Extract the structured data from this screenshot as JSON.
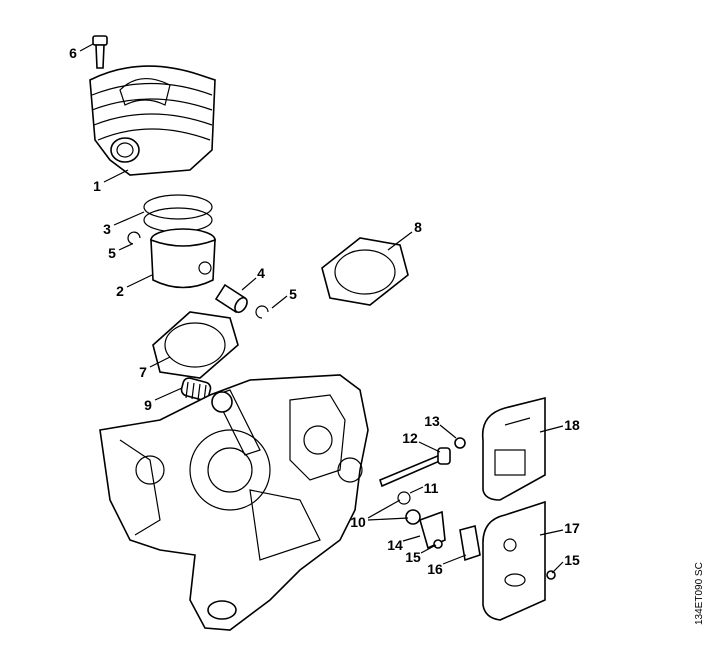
{
  "diagram": {
    "drawing_code": "134ET090 SC",
    "callouts": [
      "6",
      "1",
      "3",
      "5",
      "2",
      "4",
      "5",
      "8",
      "7",
      "9",
      "13",
      "12",
      "18",
      "11",
      "10",
      "14",
      "15",
      "16",
      "17",
      "15"
    ]
  }
}
